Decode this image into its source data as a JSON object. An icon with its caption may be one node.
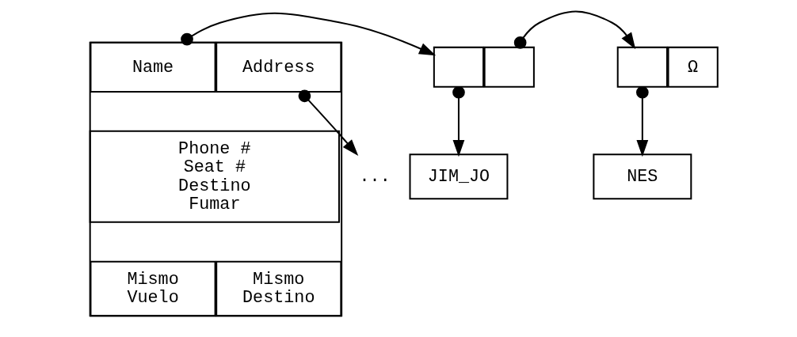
{
  "diagram": {
    "nodes": [
      {
        "text": [],
        "shape": "box"
      },
      {
        "text": [
          "Name"
        ],
        "in": 0
      },
      {
        "text": [
          "Address"
        ],
        "in": 0
      },
      {
        "text": [
          "Phone #",
          "Seat #",
          "Destino",
          "Fumar"
        ],
        "in": 0
      },
      {
        "text": [
          "Mismo Vuelo"
        ],
        "in": 0
      },
      {
        "text": [
          "Mismo Destino"
        ],
        "in": 0
      },
      {
        "text": [
          "..."
        ]
      },
      {
        "text": [],
        "shape": "box"
      },
      {
        "text": [],
        "shape": "box"
      },
      {
        "text": [],
        "shape": "box"
      },
      {
        "text": [
          "Ω"
        ]
      },
      {
        "text": [
          "JIM_JO"
        ]
      },
      {
        "text": [
          "NES"
        ]
      }
    ],
    "edges": [
      {
        "from": 1,
        "to": 7,
        "arrow": "to"
      },
      {
        "from": 2,
        "to": 6,
        "arrow": "to"
      },
      {
        "from": 7,
        "to": 11,
        "arrow": "to"
      },
      {
        "from": 8,
        "to": 9,
        "arrow": "to"
      },
      {
        "from": 9,
        "to": 12,
        "arrow": "to"
      }
    ]
  }
}
